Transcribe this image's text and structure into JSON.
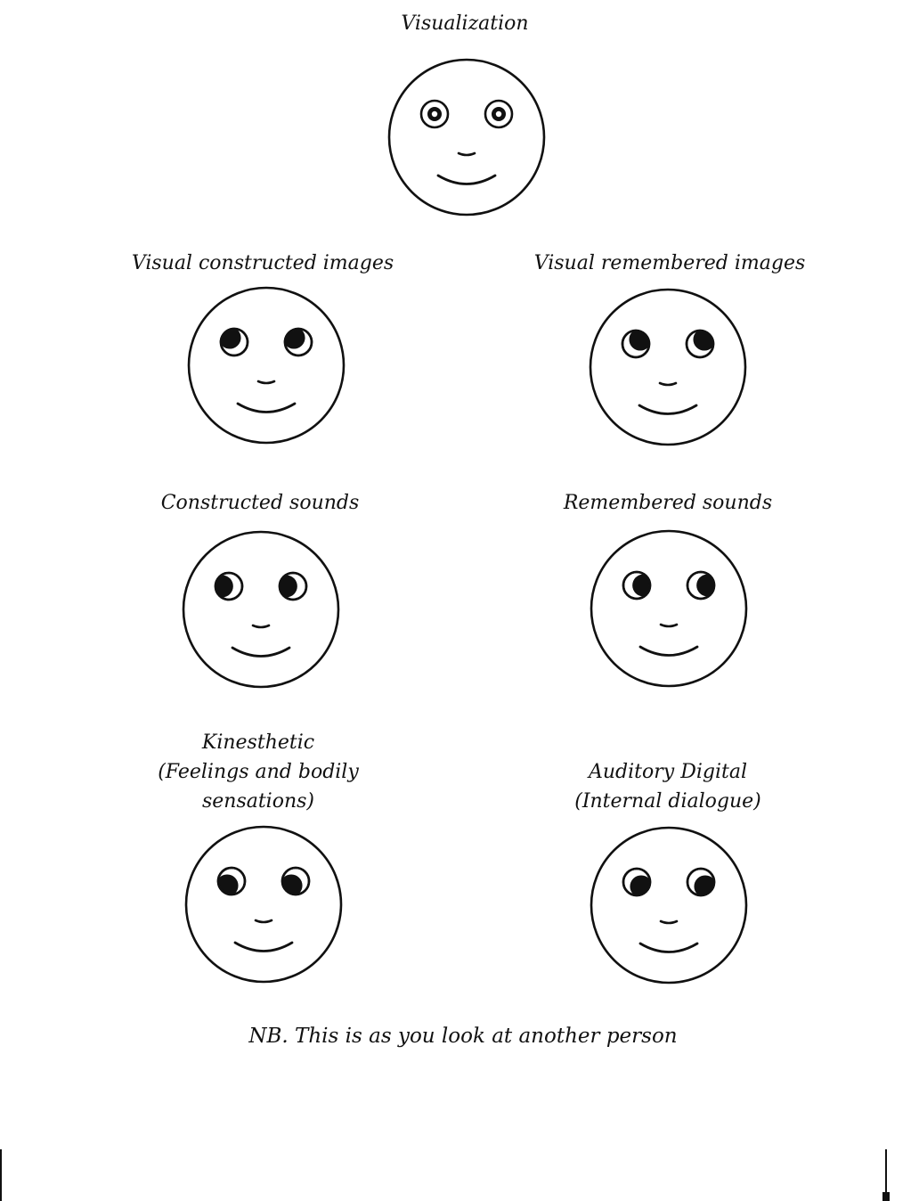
{
  "faces": [
    {
      "id": "visualization",
      "lines": [
        "Visualization"
      ],
      "eyes": "center"
    },
    {
      "id": "visual-constructed-images",
      "lines": [
        "Visual constructed images"
      ],
      "eyes": "up-left"
    },
    {
      "id": "visual-remembered-images",
      "lines": [
        "Visual remembered images"
      ],
      "eyes": "up-right"
    },
    {
      "id": "constructed-sounds",
      "lines": [
        "Constructed sounds"
      ],
      "eyes": "left"
    },
    {
      "id": "remembered-sounds",
      "lines": [
        "Remembered sounds"
      ],
      "eyes": "right"
    },
    {
      "id": "kinesthetic",
      "lines": [
        "Kinesthetic",
        "(Feelings and bodily",
        "sensations)"
      ],
      "eyes": "down-left"
    },
    {
      "id": "auditory-digital",
      "lines": [
        "Auditory Digital",
        "(Internal dialogue)"
      ],
      "eyes": "down-right"
    }
  ],
  "note": "NB. This is as you look at another person"
}
